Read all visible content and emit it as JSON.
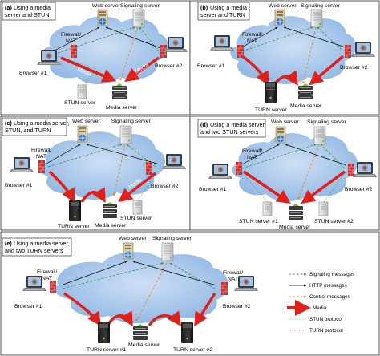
{
  "panels": [
    {
      "letter": "(a)",
      "caption": [
        "Using a media",
        "server and STUN"
      ]
    },
    {
      "letter": "(b)",
      "caption": [
        "Using a media",
        "server and TURN"
      ]
    },
    {
      "letter": "(c)",
      "caption": [
        "Using a media server,",
        "STUN, and TURN"
      ]
    },
    {
      "letter": "(d)",
      "caption": [
        "Using a media server,",
        "and two STUN servers"
      ]
    },
    {
      "letter": "(e)",
      "caption": [
        "Using a media server,",
        "and two TURN servers"
      ]
    }
  ],
  "labels": {
    "web_server": "Web server",
    "signaling_server": "Signaling server",
    "firewall": [
      "Firewall/",
      "NAT"
    ],
    "browser1": "Browser #1",
    "browser2": "Browser #2",
    "media_server": "Media server",
    "stun_server": "STUN server",
    "turn_server": "TURN server",
    "stun_server1": "STUN server #1",
    "stun_server2": "STUN server #2",
    "turn_server1": "TURN server #1",
    "turn_server2": "TURN server #2",
    "media": "Media"
  },
  "legend": [
    {
      "label": "Signaling messages",
      "style": "signaling",
      "color": "#2e8b2e"
    },
    {
      "label": "HTTP messages",
      "style": "http",
      "color": "#000000"
    },
    {
      "label": "Control messages",
      "style": "control",
      "color": "#e07a10"
    },
    {
      "label": "Media",
      "style": "media",
      "color": "#e0201a"
    },
    {
      "label": "STUN protocol",
      "style": "stun",
      "color": "#2a8a6a"
    },
    {
      "label": "TURN protocol",
      "style": "turn",
      "color": "#3a6fc0"
    }
  ],
  "colors": {
    "cloud": "#a9c8ea",
    "media_arrow": "#e0201a",
    "firewall": "#c83232"
  }
}
